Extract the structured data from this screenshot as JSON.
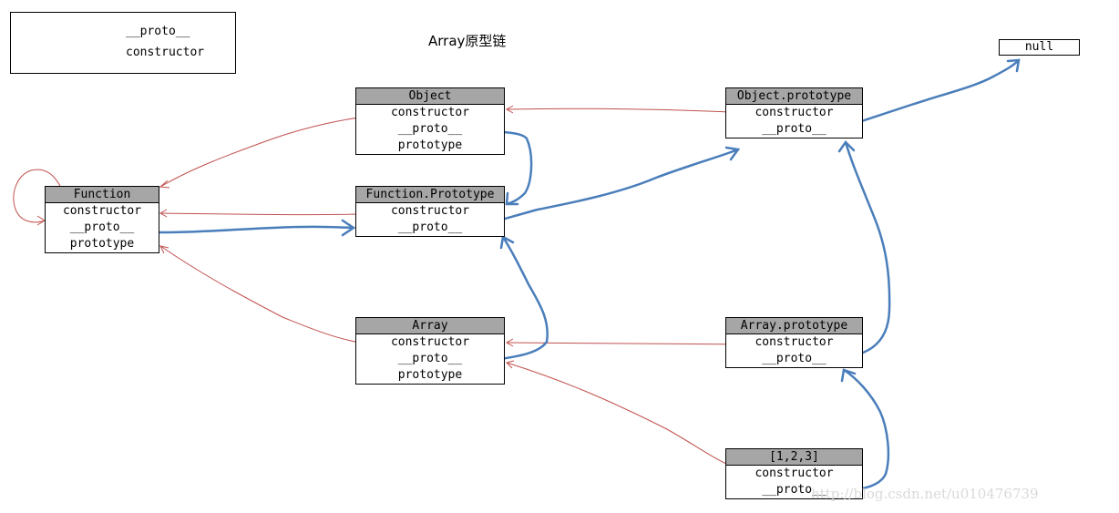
{
  "title": "Array原型链",
  "legend": {
    "proto_label": "__proto__",
    "constructor_label": "constructor"
  },
  "null_label": "null",
  "colors": {
    "proto_arrow": "#4a7ebb",
    "constructor_arrow": "#c0504d",
    "header_fill": "#a6a6a6"
  },
  "nodes": {
    "object": {
      "title": "Object",
      "constructor": "constructor",
      "proto": "__proto__",
      "prototype": "prototype"
    },
    "object_prototype": {
      "title": "Object.prototype",
      "constructor": "constructor",
      "proto": "__proto__"
    },
    "function": {
      "title": "Function",
      "constructor": "constructor",
      "proto": "__proto__",
      "prototype": "prototype"
    },
    "function_prototype": {
      "title": "Function.Prototype",
      "constructor": "constructor",
      "proto": "__proto__"
    },
    "array": {
      "title": "Array",
      "constructor": "constructor",
      "proto": "__proto__",
      "prototype": "prototype"
    },
    "array_prototype": {
      "title": "Array.prototype",
      "constructor": "constructor",
      "proto": "__proto__"
    },
    "array_instance": {
      "title": "[1,2,3]",
      "constructor": "constructor",
      "proto": "__proto__"
    }
  },
  "watermark": "http://blog.csdn.net/u010476739"
}
